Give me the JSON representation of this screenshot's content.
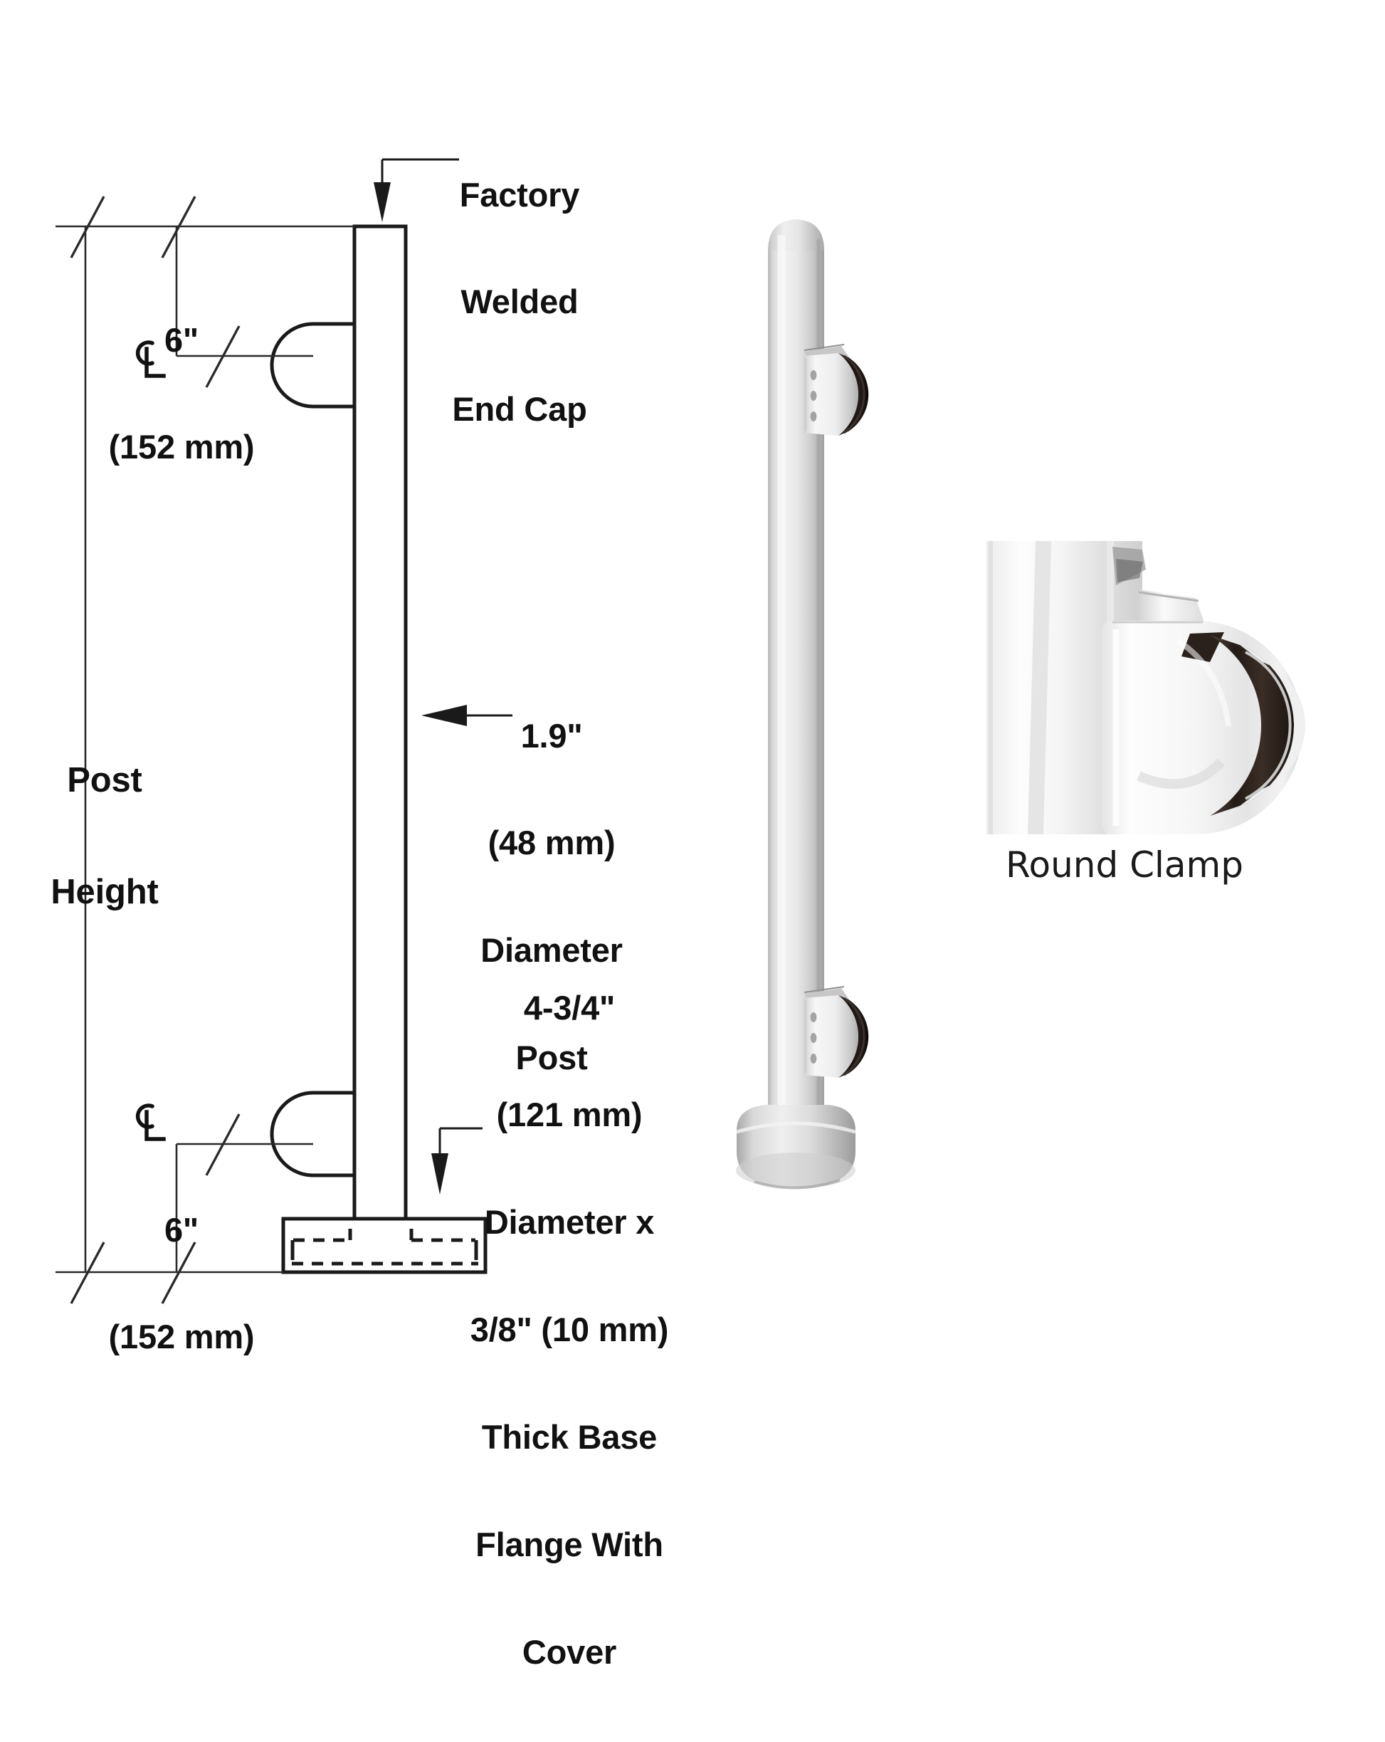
{
  "diagram": {
    "title": "Glass Railing Post Technical Drawing",
    "background_color": "#ffffff",
    "line_color": "#1a1a1a"
  },
  "callouts": {
    "end_cap": {
      "lines": [
        "Factory",
        "Welded",
        "End Cap"
      ],
      "full_text": "Factory Welded End Cap"
    },
    "post_diameter": {
      "lines": [
        "1.9\"",
        "(48 mm)",
        "Diameter",
        "Post"
      ],
      "full_text": "1.9\" (48 mm) Diameter Post"
    },
    "base_flange": {
      "lines": [
        "4-3/4\"",
        "(121 mm)",
        "Diameter x",
        "3/8\" (10 mm)",
        "Thick Base",
        "Flange With",
        "Cover"
      ],
      "full_text": "4-3/4\" (121 mm) Diameter x 3/8\" (10 mm) Thick Base Flange With Cover"
    }
  },
  "dimensions": {
    "top": {
      "value_in": "6\"",
      "value_mm": "(152 mm)",
      "centerline_symbol": "CL"
    },
    "bottom": {
      "value_in": "6\"",
      "value_mm": "(152 mm)",
      "centerline_symbol": "CL"
    },
    "post_height": {
      "lines": [
        "Post",
        "Height"
      ],
      "full_text": "Post Height"
    }
  },
  "inset": {
    "caption": "Round Clamp",
    "border_color": "#131313"
  },
  "colors": {
    "post_light": "#f1f1f1",
    "post_mid": "#d8d8d8",
    "post_shadow": "#b4b4b4",
    "post_edge": "#9a9a9a",
    "clamp_light": "#fbfbfb",
    "clamp_mid": "#dedede",
    "gasket_dark": "#15100e",
    "flange_mid": "#c9c9c9",
    "line": "#1a1a1a"
  }
}
